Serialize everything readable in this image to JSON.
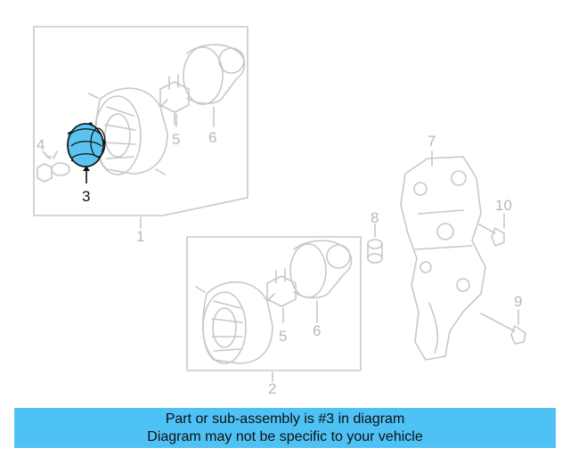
{
  "diagram": {
    "callouts": {
      "n1": "1",
      "n2": "2",
      "n3": "3",
      "n4": "4",
      "n5a": "5",
      "n6a": "6",
      "n5b": "5",
      "n6b": "6",
      "n7": "7",
      "n8": "8",
      "n9": "9",
      "n10": "10"
    },
    "highlight_color": "#5bc3ef",
    "line_color": "#c8c8c8"
  },
  "banner": {
    "line1": "Part or sub-assembly is #3 in diagram",
    "line2": "Diagram may not be specific to your vehicle",
    "background": "#4ec1f5"
  }
}
